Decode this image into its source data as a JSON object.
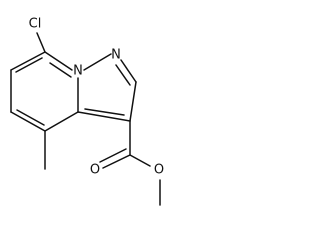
{
  "molecule": {
    "atoms": {
      "chlorine": "Cl",
      "nitrogen_bridgehead": "N",
      "nitrogen_pyrazole": "N",
      "carbonyl_oxygen": "O",
      "ester_oxygen": "O"
    }
  }
}
